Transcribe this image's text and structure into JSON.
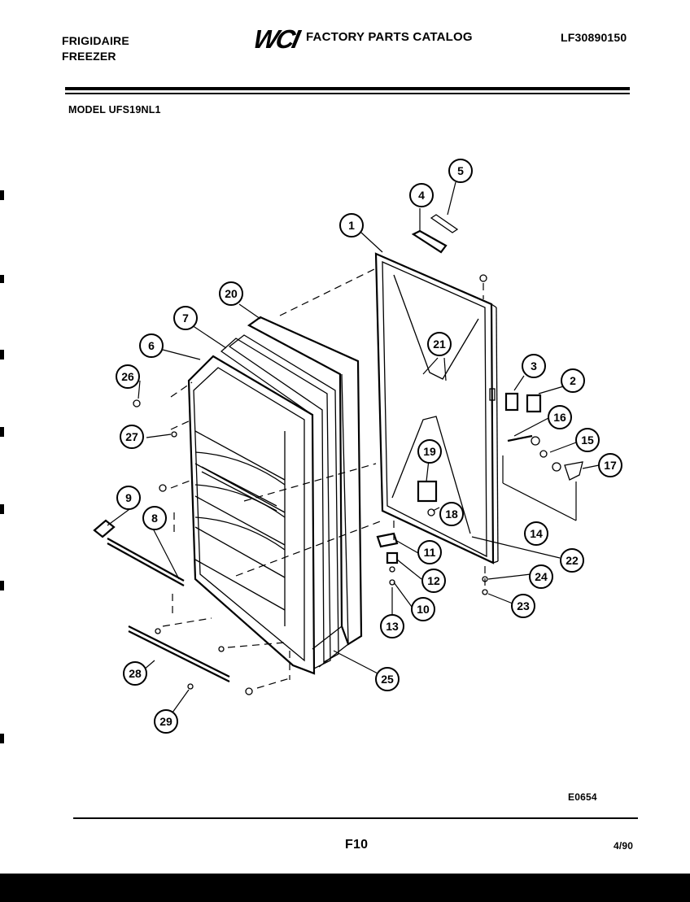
{
  "header": {
    "brand_line1": "FRIGIDAIRE",
    "brand_line2": "FREEZER",
    "logo_text": "WCI",
    "catalog_title": "FACTORY PARTS CATALOG",
    "catalog_number": "LF30890150"
  },
  "model_line": "MODEL UFS19NL1",
  "callouts": [
    "1",
    "2",
    "3",
    "4",
    "5",
    "6",
    "7",
    "8",
    "9",
    "10",
    "11",
    "12",
    "13",
    "14",
    "15",
    "16",
    "17",
    "18",
    "19",
    "20",
    "21",
    "22",
    "23",
    "24",
    "25",
    "26",
    "27",
    "28",
    "29"
  ],
  "footer": {
    "illustration_code": "E0654",
    "page_number": "F10",
    "date": "4/90"
  }
}
